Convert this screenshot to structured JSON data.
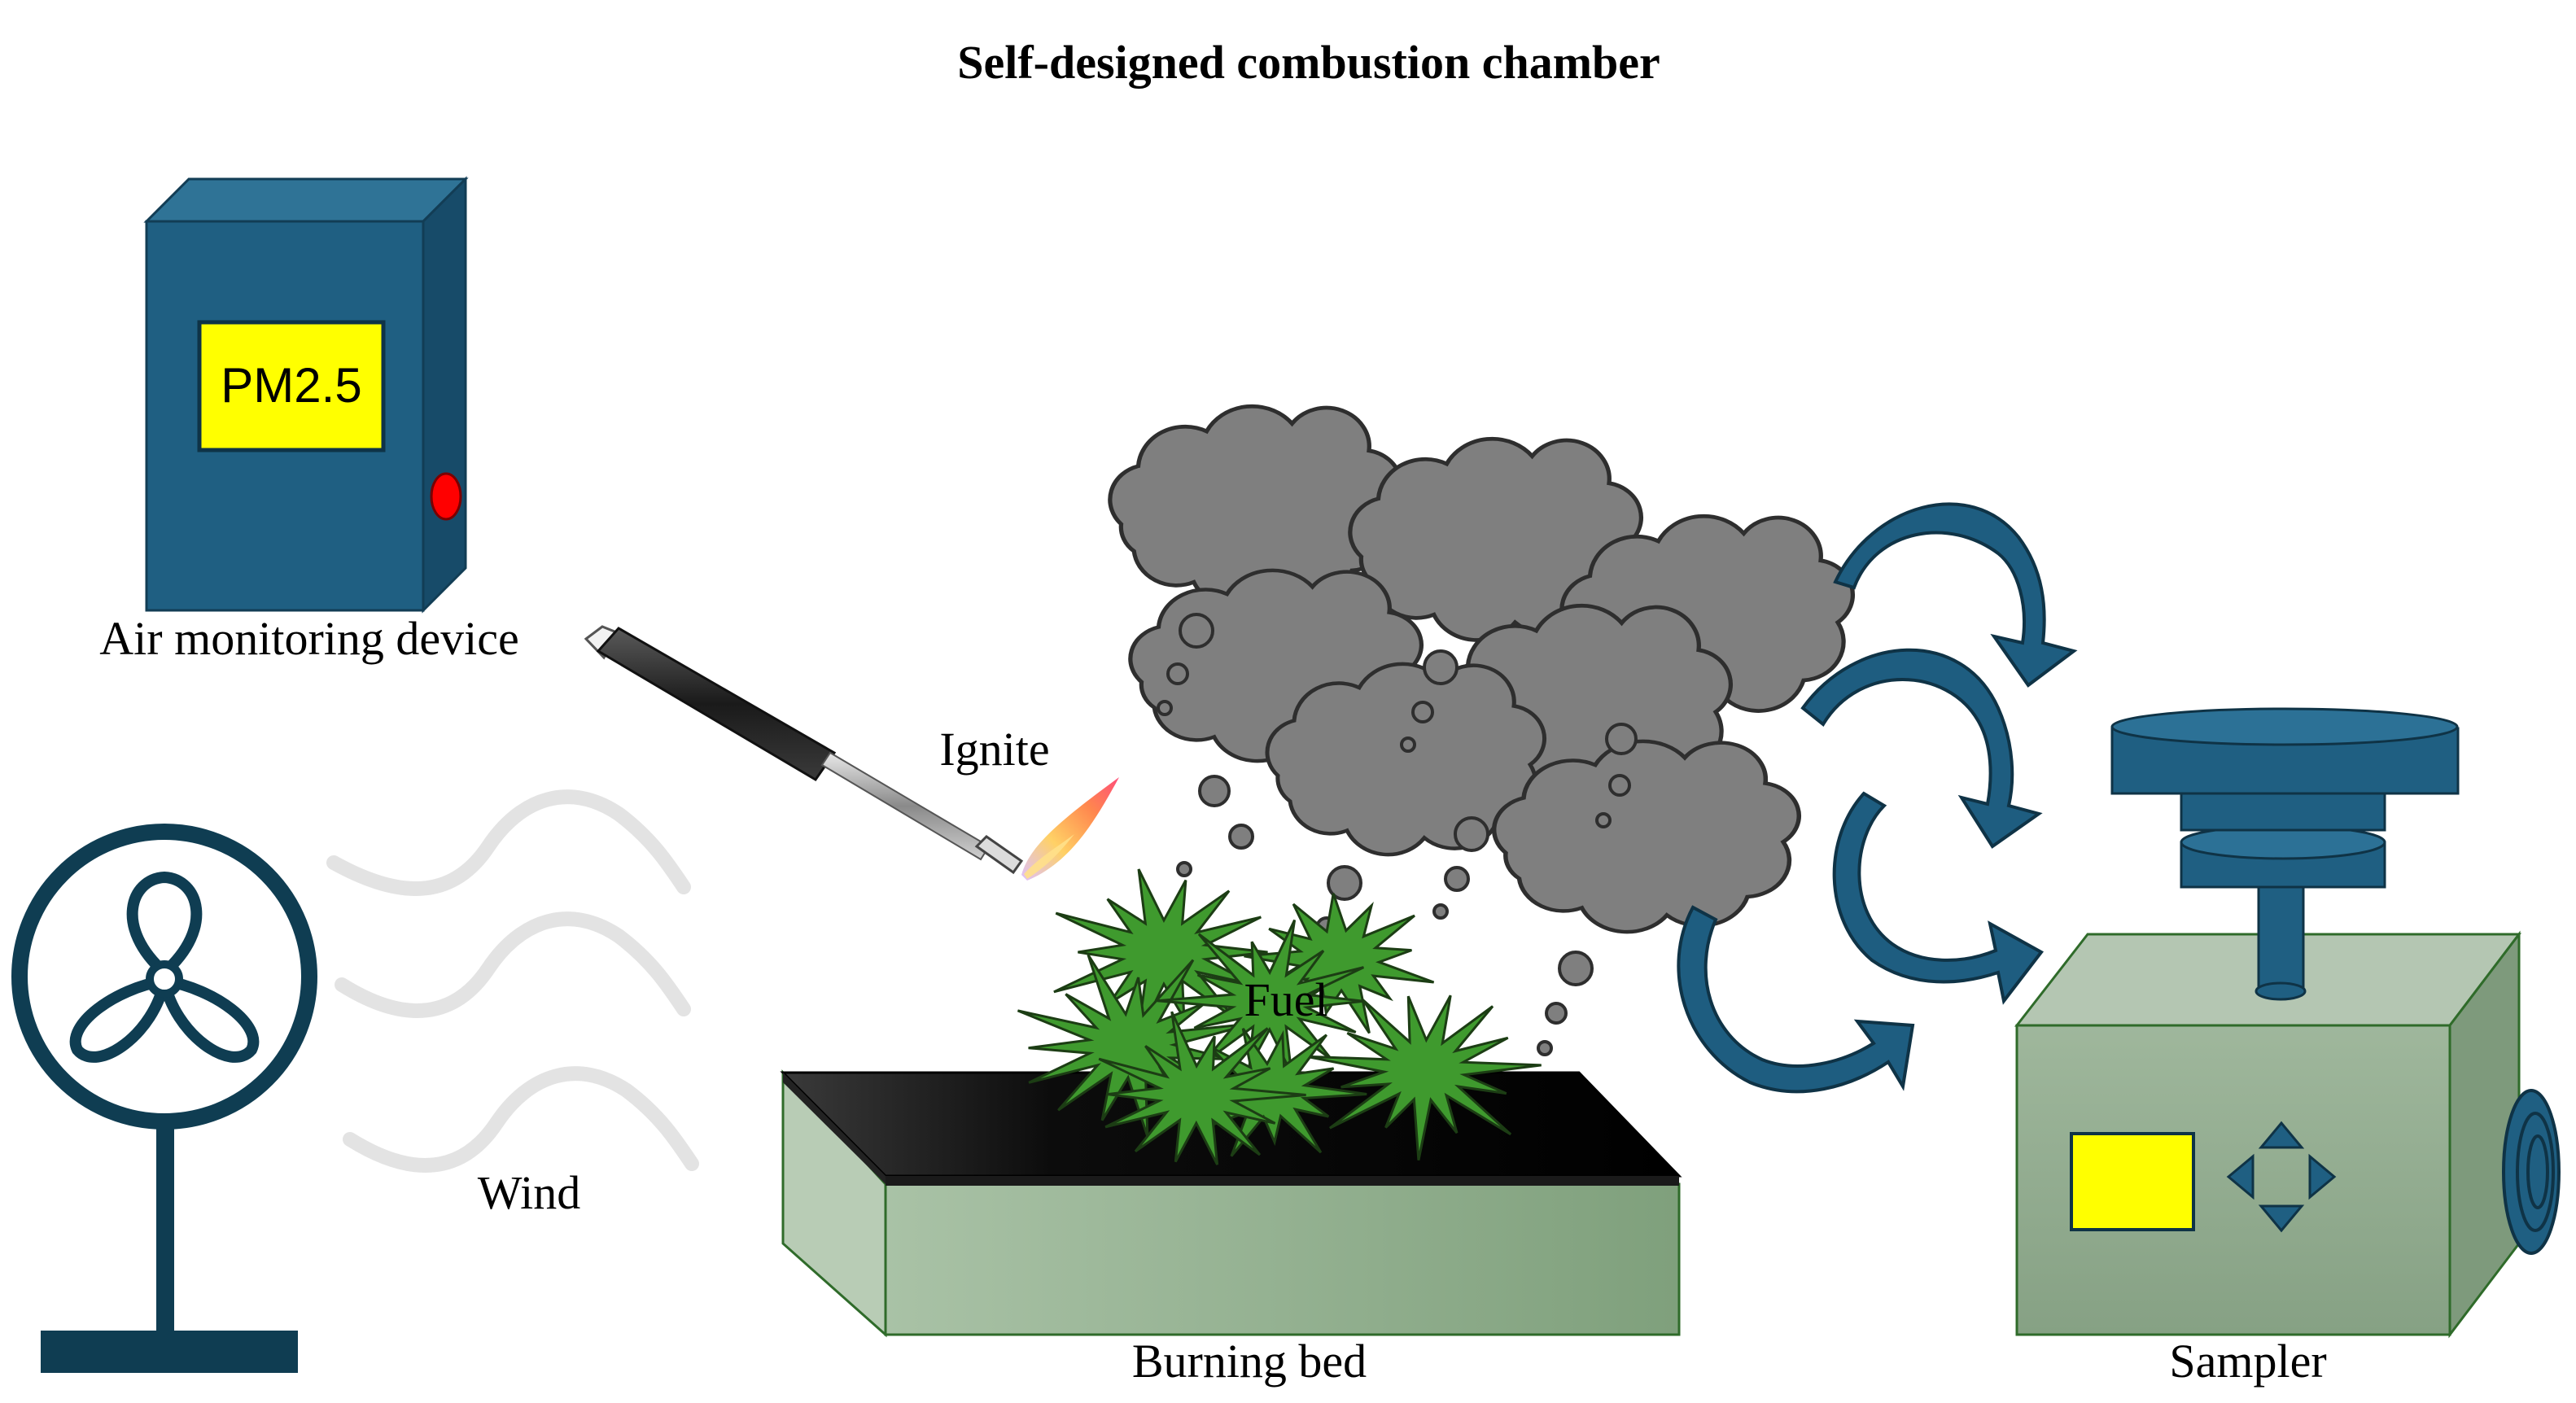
{
  "title": "Self-designed combustion chamber",
  "labels": {
    "air_monitor": "Air monitoring device",
    "pm_display": "PM2.5",
    "ignite": "Ignite",
    "wind": "Wind",
    "fuel": "Fuel",
    "burning_bed": "Burning bed",
    "sampler": "Sampler"
  },
  "colors": {
    "device_blue": "#1f5f82",
    "device_blue_dark": "#164a67",
    "device_blue_light": "#2c7196",
    "screen_yellow": "#ffff00",
    "indicator_red": "#ff0000",
    "fan_navy": "#0f3d52",
    "smoke_gray": "#7f7f7f",
    "fuel_green": "#3f9a2e",
    "bed_green": "#8fb08c",
    "bed_top": "#111111",
    "sampler_green": "#a9bfa7",
    "arrow_blue": "#1e5d80",
    "wind_gray": "#e3e3e3"
  },
  "icons": [
    "fan-icon",
    "lighter-icon",
    "flame-icon",
    "smoke-cloud-icon",
    "circulation-arrow-icon",
    "direction-pad-icon"
  ]
}
